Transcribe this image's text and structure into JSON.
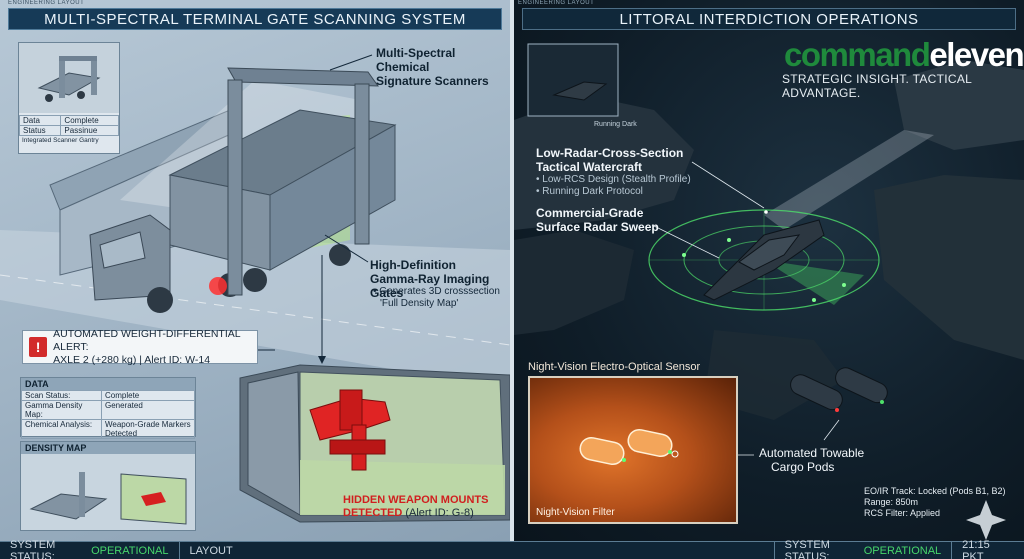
{
  "left": {
    "eng_tag": "ENGINEERING LAYOUT",
    "title": "MULTI-SPECTRAL TERMINAL GATE SCANNING SYSTEM",
    "gantry_box": {
      "rows": [
        [
          "Data",
          "Complete"
        ],
        [
          "Status",
          "Passinue"
        ]
      ],
      "caption": "Integrated Scanner Gantry"
    },
    "scanners_callout": [
      "Multi-Spectral Chemical",
      "Signature Scanners"
    ],
    "gamma_callout": {
      "title": [
        "High-Definition",
        "Gamma-Ray Imaging Gates"
      ],
      "sub": [
        "• Generates 3D crosssection",
        "'Full Density Map'"
      ]
    },
    "alert": {
      "line1": "AUTOMATED WEIGHT-DIFFERENTIAL ALERT:",
      "line2": "AXLE 2 (+280 kg)  | Alert ID: W-14",
      "icon": "!"
    },
    "data_box": {
      "header": "DATA",
      "rows": [
        [
          "Scan Status:",
          "Complete"
        ],
        [
          "Gamma Density Map:",
          "Generated"
        ],
        [
          "Chemical Analysis:",
          "Weapon-Grade Markers Detected"
        ]
      ]
    },
    "density_box": {
      "header": "DENSITY MAP"
    },
    "weapon_callout": {
      "line1": "HIDDEN WEAPON MOUNTS",
      "line2_hl": "DETECTED",
      "line2_rest": " (Alert ID: G-8)"
    }
  },
  "right": {
    "eng_tag": "ENGINEERING LAYOUT",
    "title": "LITTORAL INTERDICTION OPERATIONS",
    "brand_a": "command",
    "brand_b": "eleven",
    "tagline": "STRATEGIC INSIGHT. TACTICAL ADVANTAGE.",
    "inset_caption": "Running Dark",
    "watercraft": {
      "title": [
        "Low-Radar-Cross-Section",
        "Tactical Watercraft"
      ],
      "bullets": [
        "• Low-RCS Design (Stealth Profile)",
        "• Running Dark Protocol"
      ]
    },
    "radar": [
      "Commercial-Grade",
      "Surface Radar Sweep"
    ],
    "nv": {
      "title": "Night-Vision Electro-Optical Sensor",
      "filter": "Night-Vision Filter"
    },
    "pods": [
      "Automated Towable",
      "Cargo Pods"
    ],
    "track": [
      "EO/IR Track: Locked (Pods B1, B2)",
      "Range: 850m",
      "RCS Filter: Applied"
    ]
  },
  "status": {
    "left_label": "SYSTEM STATUS:",
    "left_value": "OPERATIONAL",
    "layout": "LAYOUT",
    "right_label": "SYSTEM STATUS:",
    "right_value": "OPERATIONAL",
    "time": "21:15 PKT"
  },
  "colors": {
    "alert_red": "#d22b2b",
    "ok_green": "#46d66b",
    "brand_green": "#1f8a3c"
  },
  "icons": [
    "alert-icon",
    "compass-star-icon"
  ]
}
